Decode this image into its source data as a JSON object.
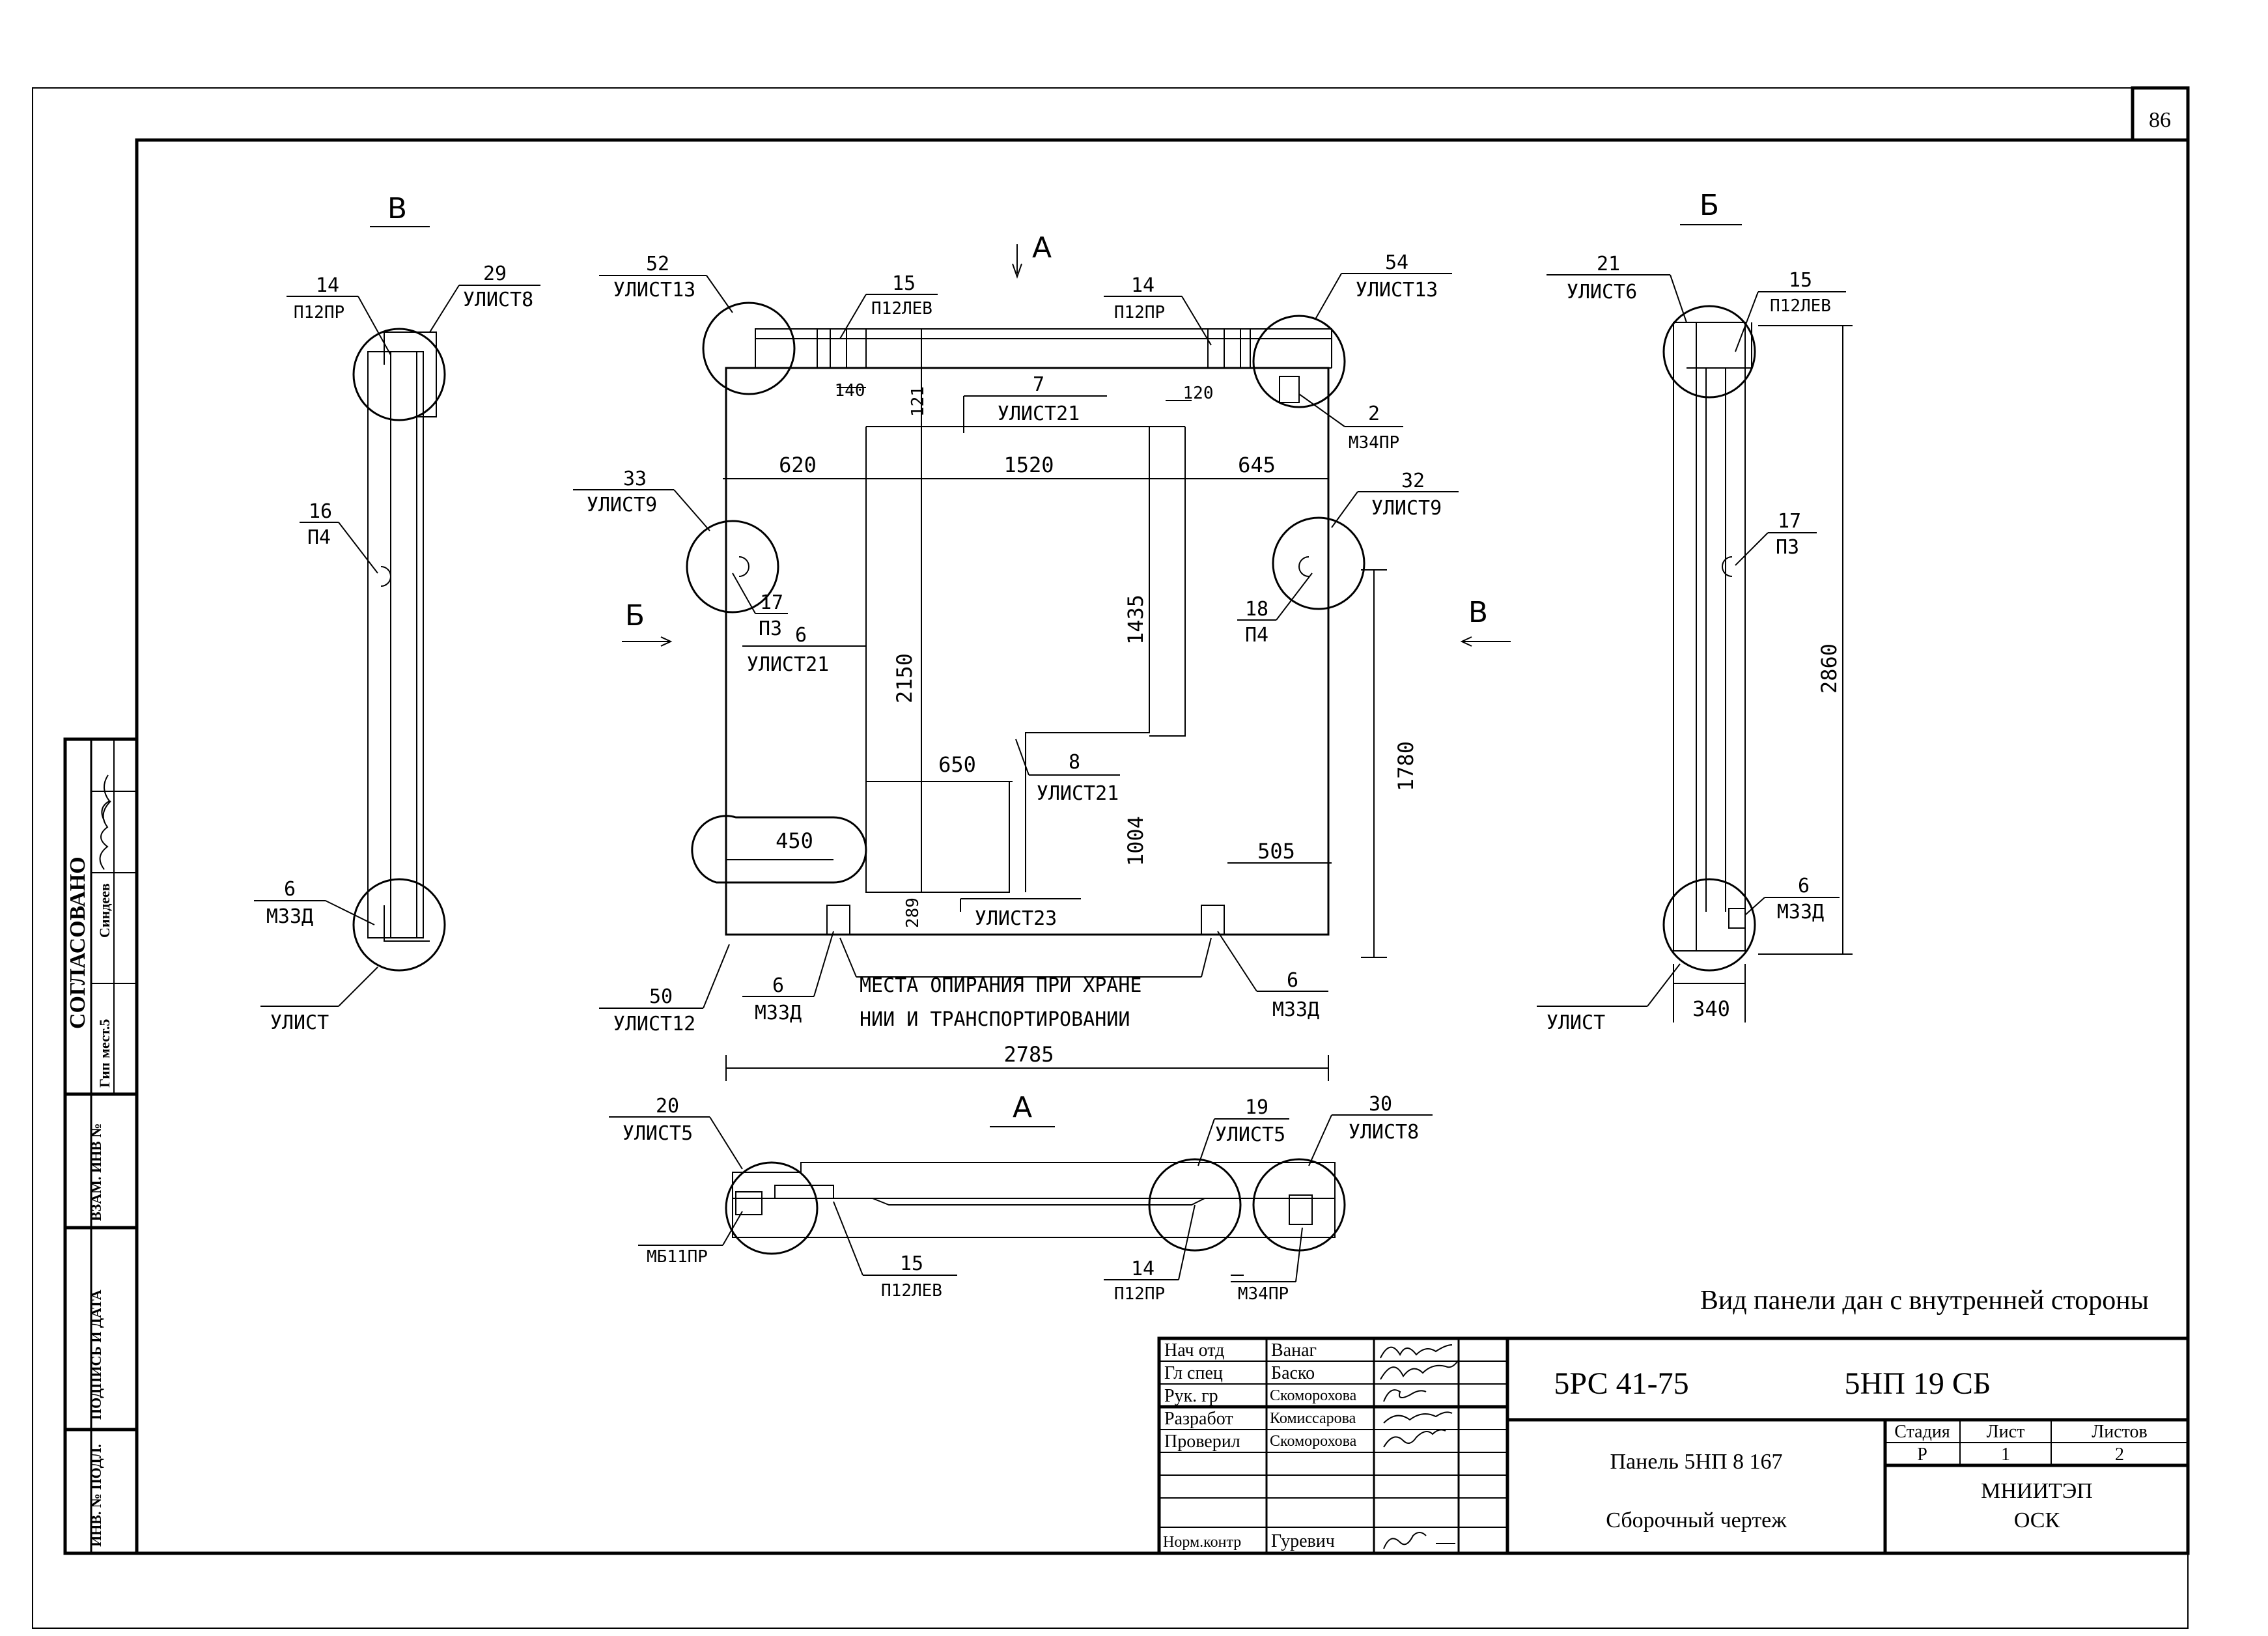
{
  "sheet_number": "86",
  "views": {
    "b_label": "Б",
    "v_label": "В",
    "a_label": "А",
    "a_top_arrow": "А",
    "b_arrow": "Б",
    "v_arrow": "В"
  },
  "callouts": {
    "v14": [
      "14",
      "П12ПР"
    ],
    "v29": [
      "29",
      "УЛИСТ8"
    ],
    "v16": [
      "16",
      "П4"
    ],
    "v6": [
      "6",
      "М33Д"
    ],
    "v_ulist": "УЛИСТ",
    "c52": [
      "52",
      "УЛИСТ13"
    ],
    "c15": [
      "15",
      "П12ЛЕВ"
    ],
    "c14": [
      "14",
      "П12ПР"
    ],
    "c54": [
      "54",
      "УЛИСТ13"
    ],
    "c2": [
      "2",
      "М34ПР"
    ],
    "c33": [
      "33",
      "УЛИСТ9"
    ],
    "c32": [
      "32",
      "УЛИСТ9"
    ],
    "c17": [
      "17",
      "П3"
    ],
    "c6": [
      "6",
      "УЛИСТ21"
    ],
    "c18": [
      "18",
      "П4"
    ],
    "c7": [
      "7",
      "УЛИСТ21"
    ],
    "c8": [
      "8",
      "УЛИСТ21"
    ],
    "c23": "УЛИСТ23",
    "c50": [
      "50",
      "УЛИСТ12"
    ],
    "c6b": [
      "6",
      "М33Д"
    ],
    "c6c": [
      "6",
      "М33Д"
    ],
    "support_note_1": "МЕСТА ОПИРАНИЯ ПРИ ХРАНЕ",
    "support_note_2": "НИИ И ТРАНСПОРТИРОВАНИИ",
    "b21": [
      "21",
      "УЛИСТ6"
    ],
    "b15": [
      "15",
      "П12ЛЕВ"
    ],
    "b17": [
      "17",
      "П3"
    ],
    "b6": [
      "6",
      "М33Д"
    ],
    "b_ulist": "УЛИСТ",
    "a20": [
      "20",
      "УЛИСТ5"
    ],
    "a19": [
      "19",
      "УЛИСТ5"
    ],
    "a30": [
      "30",
      "УЛИСТ8"
    ],
    "a_mb": "МБ11ПР",
    "a15": [
      "15",
      "П12ЛЕВ"
    ],
    "a14": [
      "14",
      "П12ПР"
    ],
    "a_m34": "М34ПР"
  },
  "dimensions": {
    "d140": "140",
    "d121": "121",
    "d120": "120",
    "d620": "620",
    "d1520": "1520",
    "d645": "645",
    "d2150": "2150",
    "d1435": "1435",
    "d650": "650",
    "d1004": "1004",
    "d1780": "1780",
    "d450": "450",
    "d505": "505",
    "d289": "289",
    "d2785": "2785",
    "d2860": "2860",
    "d340": "340"
  },
  "note_inner_side": "Вид панели дан с внутренней стороны",
  "side_stamp": {
    "agreed": "СОГЛАСОВАНО",
    "col1": "Гип",
    "col2": "мест.5",
    "col3": "Синдеев",
    "inv_no": "ИНВ. № ПОДЛ.",
    "sign_date": "ПОДПИСЬ И ДАТА",
    "vzam": "ВЗАМ. ИНВ №"
  },
  "title_block": {
    "roles": [
      {
        "role": "Нач отд",
        "name": "Ванаг"
      },
      {
        "role": "Гл спец",
        "name": "Баско"
      },
      {
        "role": "Рук. гр",
        "name": "Скоморохова"
      },
      {
        "role": "Разработ",
        "name": "Комиссарова"
      },
      {
        "role": "Проверил",
        "name": "Скоморохова"
      },
      {
        "role": "",
        "name": ""
      },
      {
        "role": "Норм.контр",
        "name": "Гуревич"
      }
    ],
    "code": "5РС 41-75",
    "mark": "5НП 19 СБ",
    "panel": "Панель 5НП 8 167",
    "doc_type": "Сборочный чертеж",
    "stage_h": "Стадия",
    "sheet_h": "Лист",
    "sheets_h": "Листов",
    "stage": "Р",
    "sheet": "1",
    "sheets": "2",
    "org1": "МНИИТЭП",
    "org2": "ОСК"
  }
}
